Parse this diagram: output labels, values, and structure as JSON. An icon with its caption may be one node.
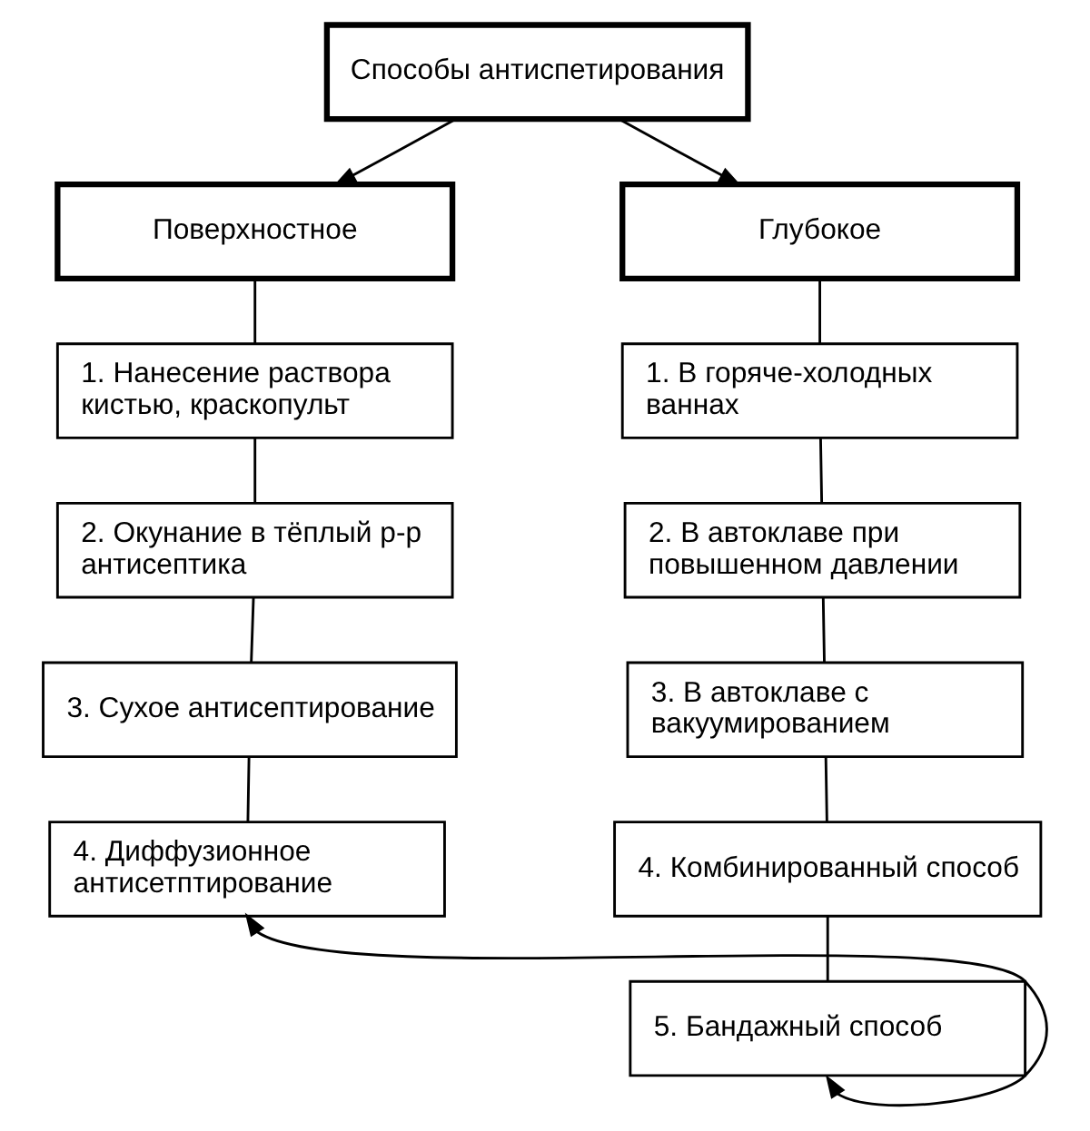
{
  "diagram": {
    "nodes": [
      {
        "text": [
          "Способы антиспетирования"
        ]
      },
      {
        "text": [
          "Поверхностное"
        ]
      },
      {
        "text": [
          "Глубокое"
        ]
      },
      {
        "text": [
          "1. Нанесение раствора кистью, краскопульт"
        ]
      },
      {
        "text": [
          "2. Окунание в тёплый р-р антисептика"
        ]
      },
      {
        "text": [
          "3. Сухое антисептирование"
        ]
      },
      {
        "text": [
          "4. Диффузионное антисетптирование"
        ]
      },
      {
        "text": [
          "1. В горяче-холодных ваннах"
        ]
      },
      {
        "text": [
          "2. В автоклаве при повышенном давлении"
        ]
      },
      {
        "text": [
          "3. В автоклаве с вакуумированием"
        ]
      },
      {
        "text": [
          "4. Комбинированный способ"
        ]
      },
      {
        "text": [
          "5. Бандажный способ"
        ]
      }
    ],
    "edges": [
      {
        "from": 0,
        "to": 1,
        "arrow": "to"
      },
      {
        "from": 0,
        "to": 2,
        "arrow": "to"
      },
      {
        "from": 1,
        "to": 3,
        "arrow": "none"
      },
      {
        "from": 3,
        "to": 4,
        "arrow": "none"
      },
      {
        "from": 4,
        "to": 5,
        "arrow": "none"
      },
      {
        "from": 5,
        "to": 6,
        "arrow": "none"
      },
      {
        "from": 2,
        "to": 7,
        "arrow": "none"
      },
      {
        "from": 7,
        "to": 8,
        "arrow": "none"
      },
      {
        "from": 8,
        "to": 9,
        "arrow": "none"
      },
      {
        "from": 9,
        "to": 10,
        "arrow": "none"
      },
      {
        "from": 10,
        "to": 11,
        "arrow": "none"
      },
      {
        "from": 6,
        "to": 11,
        "arrow": "both"
      }
    ]
  }
}
